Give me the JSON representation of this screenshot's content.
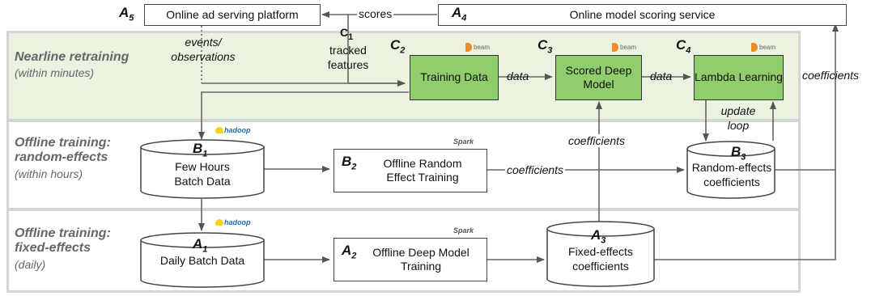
{
  "bands": {
    "nearline": {
      "title": "Nearline retraining",
      "subtitle": "(within minutes)"
    },
    "random": {
      "title": "Offline training: random-effects",
      "subtitle": "(within hours)"
    },
    "fixed": {
      "title": "Offline training: fixed-effects",
      "subtitle": "(daily)"
    }
  },
  "nodes": {
    "a5": {
      "id": "A",
      "sub": "5",
      "label": "Online ad serving platform"
    },
    "a4": {
      "id": "A",
      "sub": "4",
      "label": "Online model scoring service"
    },
    "c1": {
      "id": "C",
      "sub": "1",
      "label": "tracked features"
    },
    "c2": {
      "id": "C",
      "sub": "2",
      "label": "Training Data"
    },
    "c3": {
      "id": "C",
      "sub": "3",
      "label": "Scored Deep Model"
    },
    "c4": {
      "id": "C",
      "sub": "4",
      "label": "Lambda Learning"
    },
    "b1": {
      "id": "B",
      "sub": "1",
      "label": "Few Hours Batch Data"
    },
    "b2": {
      "id": "B",
      "sub": "2",
      "label": "Offline Random Effect Training"
    },
    "b3": {
      "id": "B",
      "sub": "3",
      "label": "Random-effects coefficients"
    },
    "a1": {
      "id": "A",
      "sub": "1",
      "label": "Daily Batch Data"
    },
    "a2": {
      "id": "A",
      "sub": "2",
      "label": "Offline Deep Model Training"
    },
    "a3": {
      "id": "A",
      "sub": "3",
      "label": "Fixed-effects coefficients"
    }
  },
  "edges": {
    "scores": "scores",
    "events": "events/ observations",
    "data1": "data",
    "data2": "data",
    "coef_b2b3": "coefficients",
    "coef_a3c3": "coefficients",
    "coef_right": "coefficients",
    "update_loop": "update loop"
  },
  "logos": {
    "beam": "beam",
    "spark": "Spark",
    "hadoop": "hadoop"
  },
  "colors": {
    "green_box": "#8fce6b",
    "nearline_band": "#e9f3df",
    "band_border": "#d4d4d4",
    "beam_orange": "#f08a24",
    "hadoop_yellow": "#f3d51a"
  }
}
